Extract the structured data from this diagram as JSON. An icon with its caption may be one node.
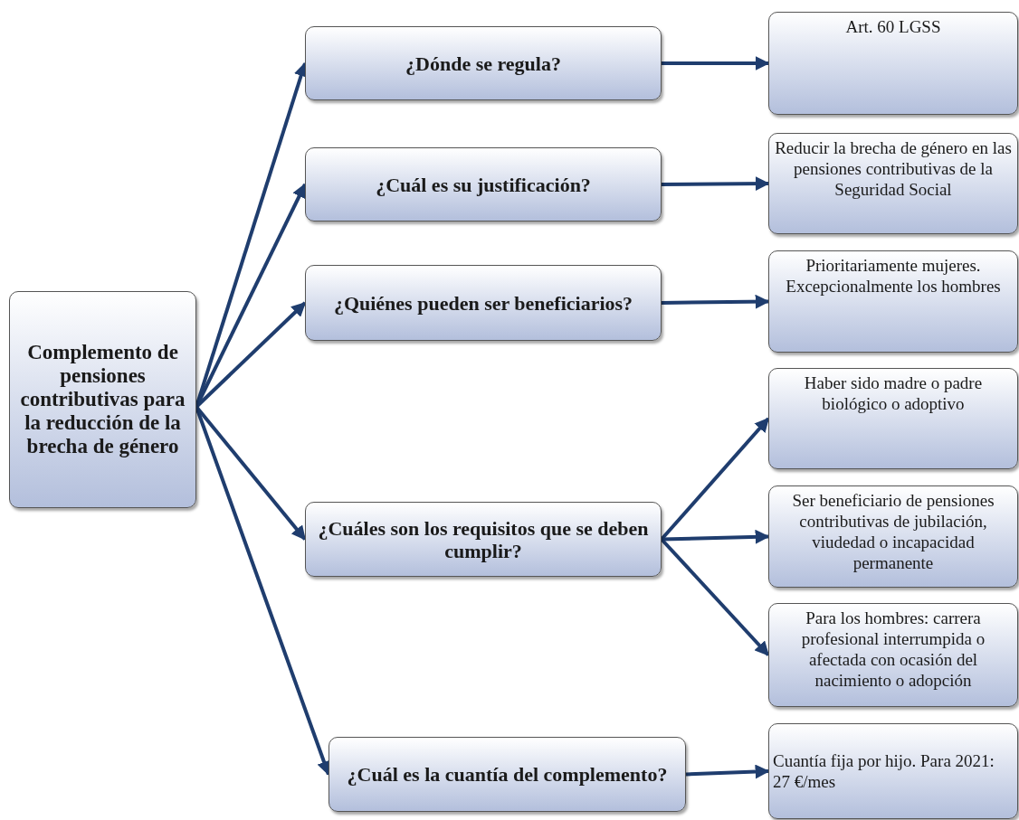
{
  "diagram": {
    "nodes": [
      {
        "text": [
          "Complemento de pensiones contributivas para la reducción de la brecha de género"
        ]
      },
      {
        "text": [
          "¿Dónde se regula?"
        ]
      },
      {
        "text": [
          "Art. 60 LGSS"
        ]
      },
      {
        "text": [
          "¿Cuál es su justificación?"
        ]
      },
      {
        "text": [
          "Reducir la brecha de género en las pensiones contributivas de la Seguridad Social"
        ]
      },
      {
        "text": [
          "¿Quiénes pueden ser beneficiarios?"
        ]
      },
      {
        "text": [
          "Prioritariamente mujeres. Excepcionalmente los hombres"
        ]
      },
      {
        "text": [
          "Haber sido madre o padre biológico o adoptivo"
        ]
      },
      {
        "text": [
          "¿Cuáles son los requisitos que se deben cumplir?"
        ]
      },
      {
        "text": [
          "Ser beneficiario de pensiones contributivas de jubilación, viudedad o incapacidad permanente"
        ]
      },
      {
        "text": [
          "Para los hombres: carrera profesional interrumpida o afectada con ocasión del nacimiento o adopción"
        ]
      },
      {
        "text": [
          "¿Cuál es la cuantía del complemento?"
        ]
      },
      {
        "text": [
          "Cuantía fija por hijo. Para 2021: 27 €/mes"
        ]
      }
    ],
    "edges": [
      {
        "from": 0,
        "to": 1,
        "arrow": "to"
      },
      {
        "from": 0,
        "to": 3,
        "arrow": "to"
      },
      {
        "from": 0,
        "to": 5,
        "arrow": "to"
      },
      {
        "from": 0,
        "to": 8,
        "arrow": "to"
      },
      {
        "from": 0,
        "to": 11,
        "arrow": "to"
      },
      {
        "from": 1,
        "to": 2,
        "arrow": "to"
      },
      {
        "from": 3,
        "to": 4,
        "arrow": "to"
      },
      {
        "from": 5,
        "to": 6,
        "arrow": "to"
      },
      {
        "from": 8,
        "to": 7,
        "arrow": "to"
      },
      {
        "from": 8,
        "to": 9,
        "arrow": "to"
      },
      {
        "from": 8,
        "to": 10,
        "arrow": "to"
      },
      {
        "from": 11,
        "to": 12,
        "arrow": "to"
      }
    ]
  }
}
